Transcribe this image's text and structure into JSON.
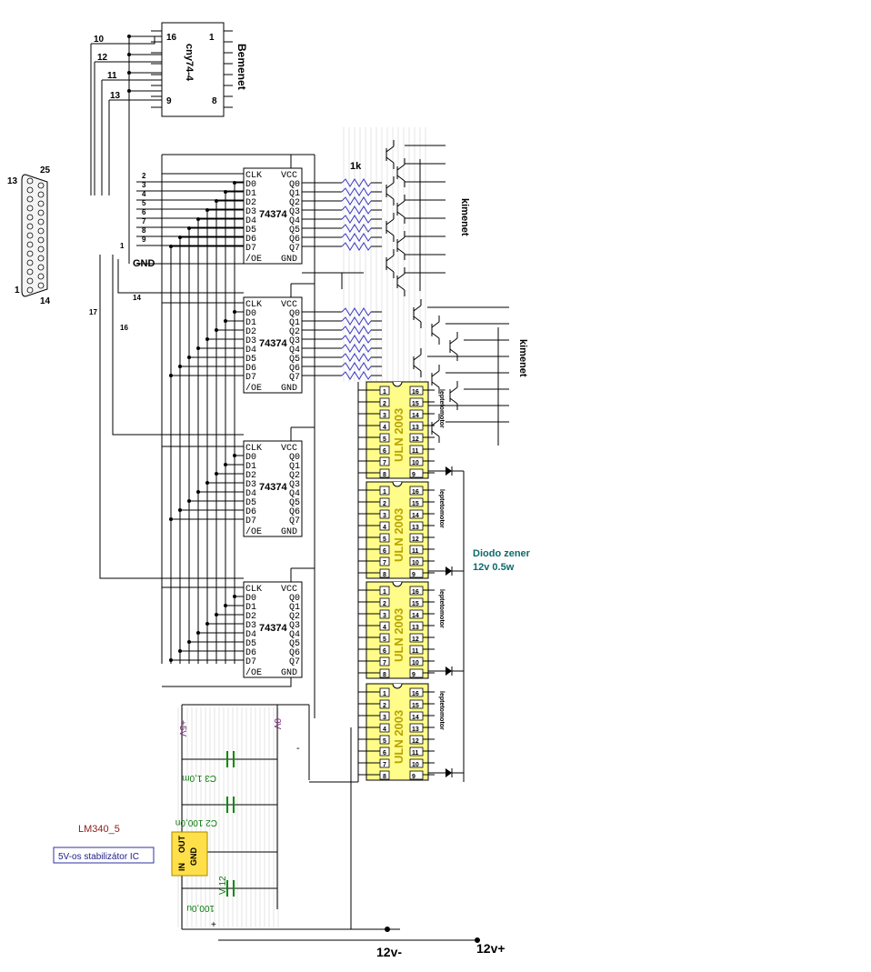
{
  "labels": {
    "optocoupler_name": "cny74-4",
    "input_label": "Bemenet",
    "output_label_1": "kimenet",
    "output_label_2": "kimenet",
    "gnd": "GND",
    "resistor": "1k",
    "zener_line1": "Diodo zener",
    "zener_line2": "12v 0.5w",
    "regulator_part": "LM340_5",
    "regulator_desc": "5V-os stabilizátor IC",
    "reg_in": "IN",
    "reg_out": "OUT",
    "reg_gnd": "GND",
    "plus5v": "+5V",
    "zero_v": "0V",
    "c3": "C3 1,0m",
    "c2": "C2 100,0n",
    "c1": "100,0u",
    "c1b": "V 12",
    "minus12": "12v-",
    "plus12": "12v+",
    "plus_sign": "+",
    "minus_sign": "-"
  },
  "opto_pins": {
    "p16": "16",
    "p1": "1",
    "p9": "9",
    "p8": "8"
  },
  "port_wires": [
    "10",
    "12",
    "11",
    "13"
  ],
  "db25": {
    "p13": "13",
    "p25": "25",
    "p1": "1",
    "p14": "14"
  },
  "data_pins": [
    "2",
    "3",
    "4",
    "5",
    "6",
    "7",
    "8",
    "9"
  ],
  "ctrl_pins": {
    "p1": "1",
    "p14": "14",
    "p17": "17",
    "p16": "16"
  },
  "latch": {
    "name": "74374",
    "clk": "CLK",
    "vcc": "VCC",
    "oe": "/OE",
    "gnd": "GND",
    "d": [
      "D0",
      "D1",
      "D2",
      "D3",
      "D4",
      "D5",
      "D6",
      "D7"
    ],
    "q": [
      "Q0",
      "Q1",
      "Q2",
      "Q3",
      "Q4",
      "Q5",
      "Q6",
      "Q7"
    ]
  },
  "uln": {
    "name": "ULN 2003",
    "motor": "leptetomotor",
    "left": [
      "1",
      "2",
      "3",
      "4",
      "5",
      "6",
      "7",
      "8"
    ],
    "right": [
      "16",
      "15",
      "14",
      "13",
      "12",
      "11",
      "10",
      "9"
    ]
  }
}
